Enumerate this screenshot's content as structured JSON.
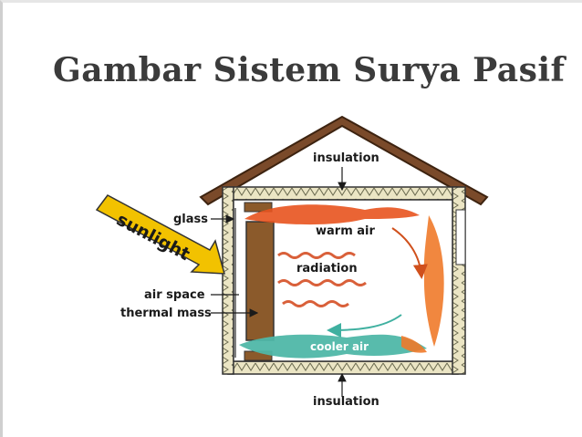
{
  "slide": {
    "title": "Gambar Sistem Surya Pasif"
  },
  "diagram": {
    "labels": {
      "insulation_top": "insulation",
      "insulation_bottom": "insulation",
      "glass": "glass",
      "sunlight": "sunlight",
      "warm_air": "warm air",
      "radiation": "radiation",
      "air_space": "air space",
      "thermal_mass": "thermal mass",
      "cooler_air": "cooler air"
    },
    "colors": {
      "roof": "#7a4a2a",
      "insulation": "#e8e2c0",
      "thermal_mass": "#8b5a2b",
      "sunlight": "#f2c200",
      "warm_air": "#e8531e",
      "cooler_air": "#4fb7a8"
    }
  }
}
